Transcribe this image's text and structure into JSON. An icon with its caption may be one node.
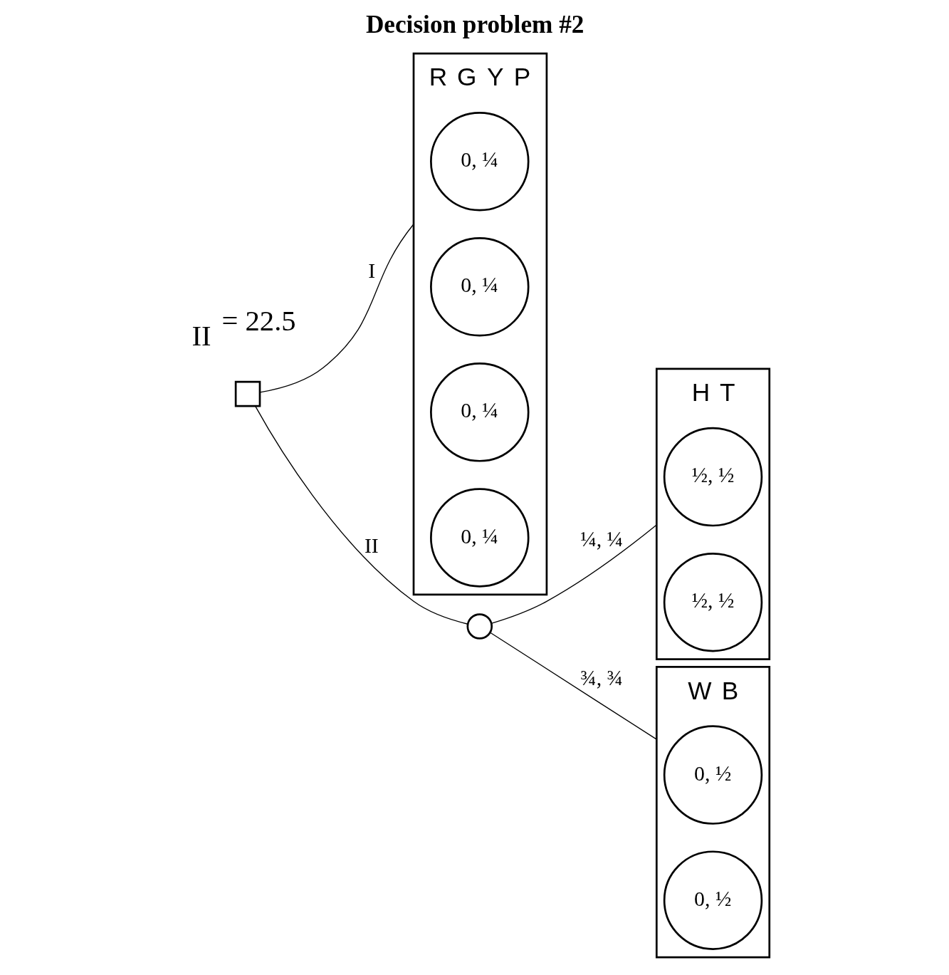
{
  "diagram": {
    "title": "Decision problem #2",
    "nodes": [
      {
        "text": [],
        "shape": "box"
      },
      {
        "text": [],
        "shape": "box",
        "beside": [
          "R",
          "G",
          "Y",
          "P"
        ]
      },
      {
        "text": [
          "0, ¼"
        ],
        "in": 1
      },
      {
        "text": [
          "0, ¼"
        ],
        "in": 1
      },
      {
        "text": [
          "0, ¼"
        ],
        "in": 1
      },
      {
        "text": [
          "0, ¼"
        ],
        "in": 1
      },
      {
        "text": [],
        "shape": "circle"
      },
      {
        "text": [],
        "shape": "box",
        "beside": [
          "H",
          "T"
        ]
      },
      {
        "text": [
          "½, ½"
        ],
        "in": 7
      },
      {
        "text": [
          "½, ½"
        ],
        "in": 7
      },
      {
        "text": [],
        "shape": "box",
        "beside": [
          "W",
          "B"
        ]
      },
      {
        "text": [
          "0, ½"
        ],
        "in": 10
      },
      {
        "text": [
          "0, ½"
        ],
        "in": 10
      }
    ],
    "edges": [
      {
        "from": 0,
        "to": 1,
        "arrow": "none",
        "label": "I"
      },
      {
        "from": 0,
        "to": 6,
        "arrow": "none",
        "label": "II"
      },
      {
        "from": 6,
        "to": 7,
        "arrow": "none",
        "label": "¼, ¼"
      },
      {
        "from": 6,
        "to": 10,
        "arrow": "none",
        "label": "¾, ¾"
      }
    ],
    "labels": [
      "$_{II}$ = 22.5"
    ]
  }
}
